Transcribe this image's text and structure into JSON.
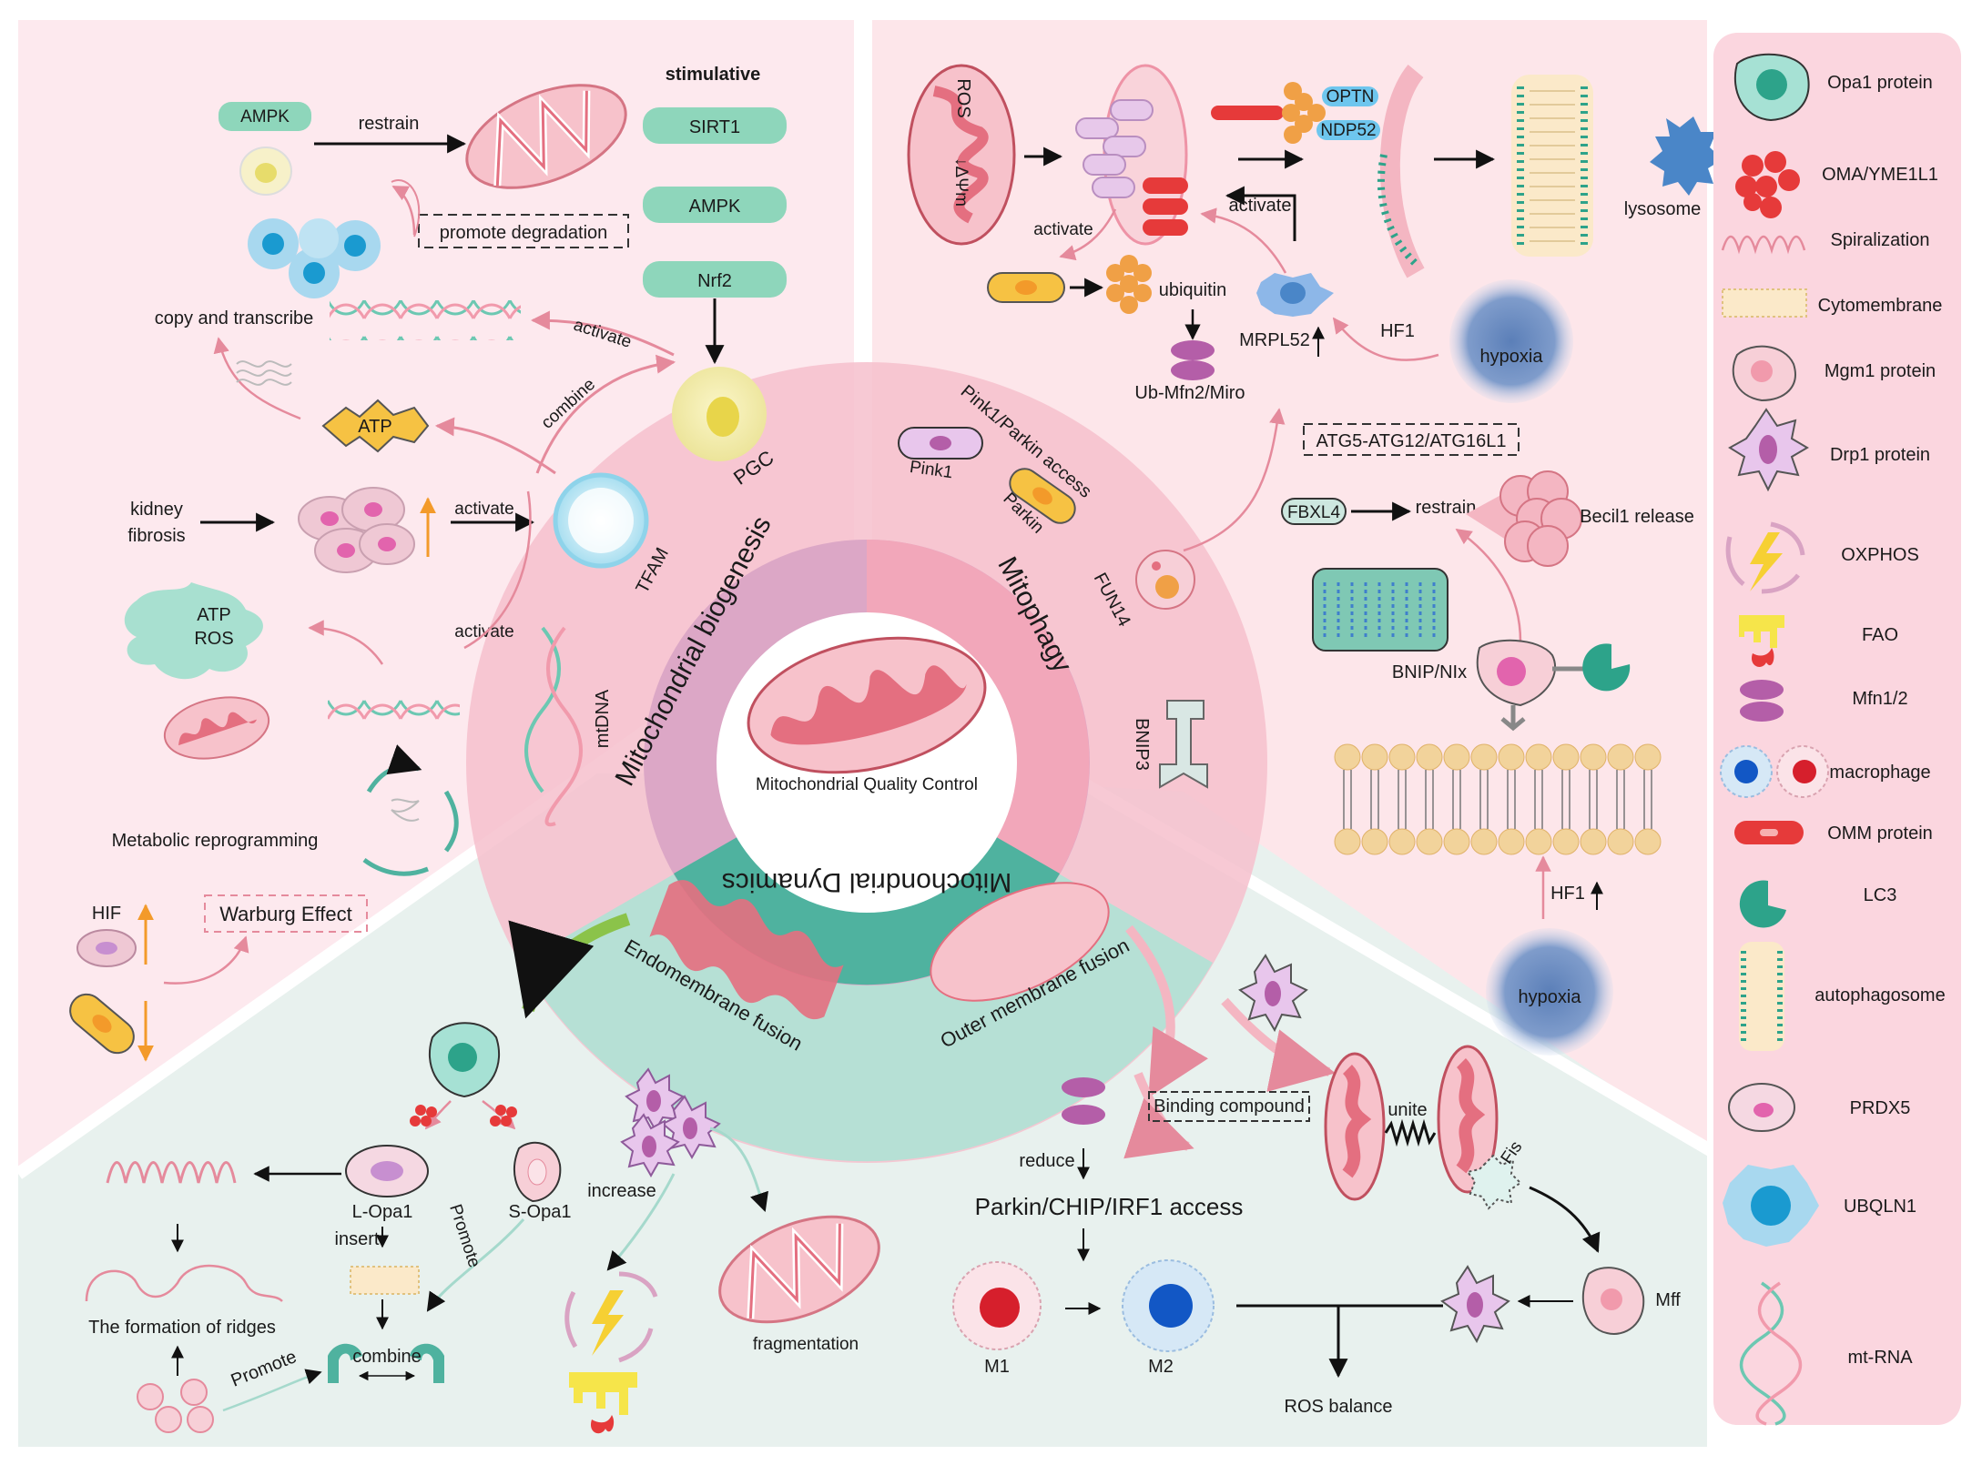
{
  "center": {
    "title": "Mitochondrial Quality Control"
  },
  "rings": {
    "biogenesis": "Mitochondrial biogenesis",
    "mitophagy": "Mitophagy",
    "dynamics": "Mitochondrial Dynamics"
  },
  "biogenesis": {
    "stimulative": "stimulative",
    "factors": [
      "SIRT1",
      "AMPK",
      "Nrf2"
    ],
    "ampk_tag": "AMPK",
    "restrain": "restrain",
    "promote_degradation": "promote degradation",
    "copy_transcribe": "copy and transcribe",
    "activate_1": "activate",
    "combine": "combine",
    "atp": "ATP",
    "pgc": "PGC",
    "kidney_fibrosis_1": "kidney",
    "kidney_fibrosis_2": "fibrosis",
    "activate_2": "activate",
    "tfam": "TFAM",
    "atp_ros_1": "ATP",
    "atp_ros_2": "ROS",
    "activate_3": "activate",
    "mtdna": "mtDNA",
    "metabolic": "Metabolic reprogramming",
    "hif": "HIF",
    "warburg": "Warburg Effect"
  },
  "mitophagy": {
    "ros": "ROS",
    "delta_psi": "↓ΔΨm",
    "activate_1": "activate",
    "optn": "OPTN",
    "ndp52": "NDP52",
    "activate_2": "activate",
    "lysosome": "lysosome",
    "ubiquitin": "ubiquitin",
    "mrpl52": "MRPL52",
    "hf1_top": "HF1",
    "hypoxia_top": "hypoxia",
    "ub_mfn": "Ub-Mfn2/Miro",
    "pink_parkin": "Pink1/Parkin access",
    "pink1": "Pink1",
    "parkin": "Parkin",
    "atg": "ATG5-ATG12/ATG16L1",
    "fbxl4": "FBXL4",
    "restrain": "restrain",
    "becil": "Becil1 release",
    "fun14": "FUN14",
    "bnip_nix": "BNIP/NIx",
    "bnip3": "BNIP3",
    "hf1_bottom": "HF1",
    "hypoxia_bottom": "hypoxia"
  },
  "dynamics": {
    "endo": "Endomembrane fusion",
    "outer": "Outer membrane fusion",
    "l_opa1": "L-Opa1",
    "s_opa1": "S-Opa1",
    "insert": "insert",
    "promote_1": "Promote",
    "increase": "increase",
    "ridges": "The formation of ridges",
    "combine": "combine",
    "promote_2": "Promote",
    "fragmentation": "fragmentation",
    "reduce": "reduce",
    "binding": "Binding compound",
    "unite": "unite",
    "fis": "Fis",
    "parkin_chip": "Parkin/CHIP/IRF1 access",
    "m1": "M1",
    "m2": "M2",
    "mff": "Mff",
    "ros_balance": "ROS balance"
  },
  "legend": [
    "Opa1 protein",
    "OMA/YME1L1",
    "Spiralization",
    "Cytomembrane",
    "Mgm1 protein",
    "Drp1 protein",
    "OXPHOS",
    "FAO",
    "Mfn1/2",
    "macrophage",
    "OMM protein",
    "LC3",
    "autophagosome",
    "PRDX5",
    "UBQLN1",
    "mt-RNA"
  ],
  "colors": {
    "pink_bg": "#fde9ee",
    "green_bg": "#e7f1ee",
    "ring_pink": "#f5b8c7",
    "ring_purple": "#d9a3c3",
    "ring_teal": "#a5d9cc",
    "ring_teal_dark": "#4fb29f",
    "mito": "#e46f80",
    "teal": "#6cc8b2",
    "legend_bg": "#fbd9e1"
  }
}
